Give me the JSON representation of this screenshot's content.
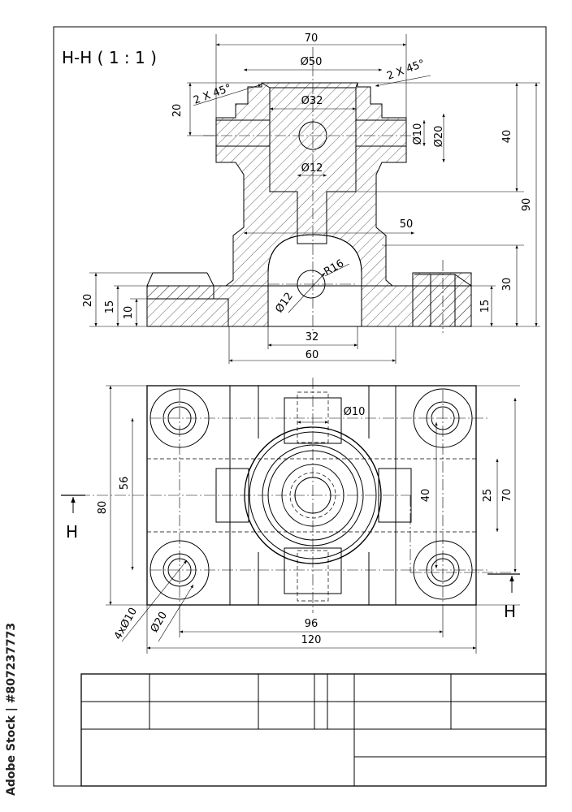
{
  "section_title": "H-H ( 1 : 1 )",
  "section_label": "H",
  "section_dims": {
    "overall_width": "70",
    "top_dia": "Ø50",
    "chamfer_left": "2 X 45°",
    "chamfer_right": "2 X 45°",
    "bore": "Ø32",
    "cross_hole": "Ø10",
    "cross_boss": "Ø20",
    "vertical_hole": "Ø12",
    "neck_width": "50",
    "arch_radius": "R16",
    "arch_hole": "Ø12",
    "arch_width": "32",
    "body_width": "60",
    "top_height": "20",
    "upper_height": "40",
    "total_height": "90",
    "lower_height": "30",
    "base_h20": "20",
    "base_h15": "15",
    "base_h10": "10",
    "right_base_h15": "15"
  },
  "plan_dims": {
    "top_hole": "Ø10",
    "h56": "56",
    "h80": "80",
    "h40": "40",
    "h25": "25",
    "h70": "70",
    "holes": "4xØ10",
    "cbore": "Ø20",
    "w96": "96",
    "w120": "120"
  },
  "stock_text": "Adobe Stock | #807237773"
}
